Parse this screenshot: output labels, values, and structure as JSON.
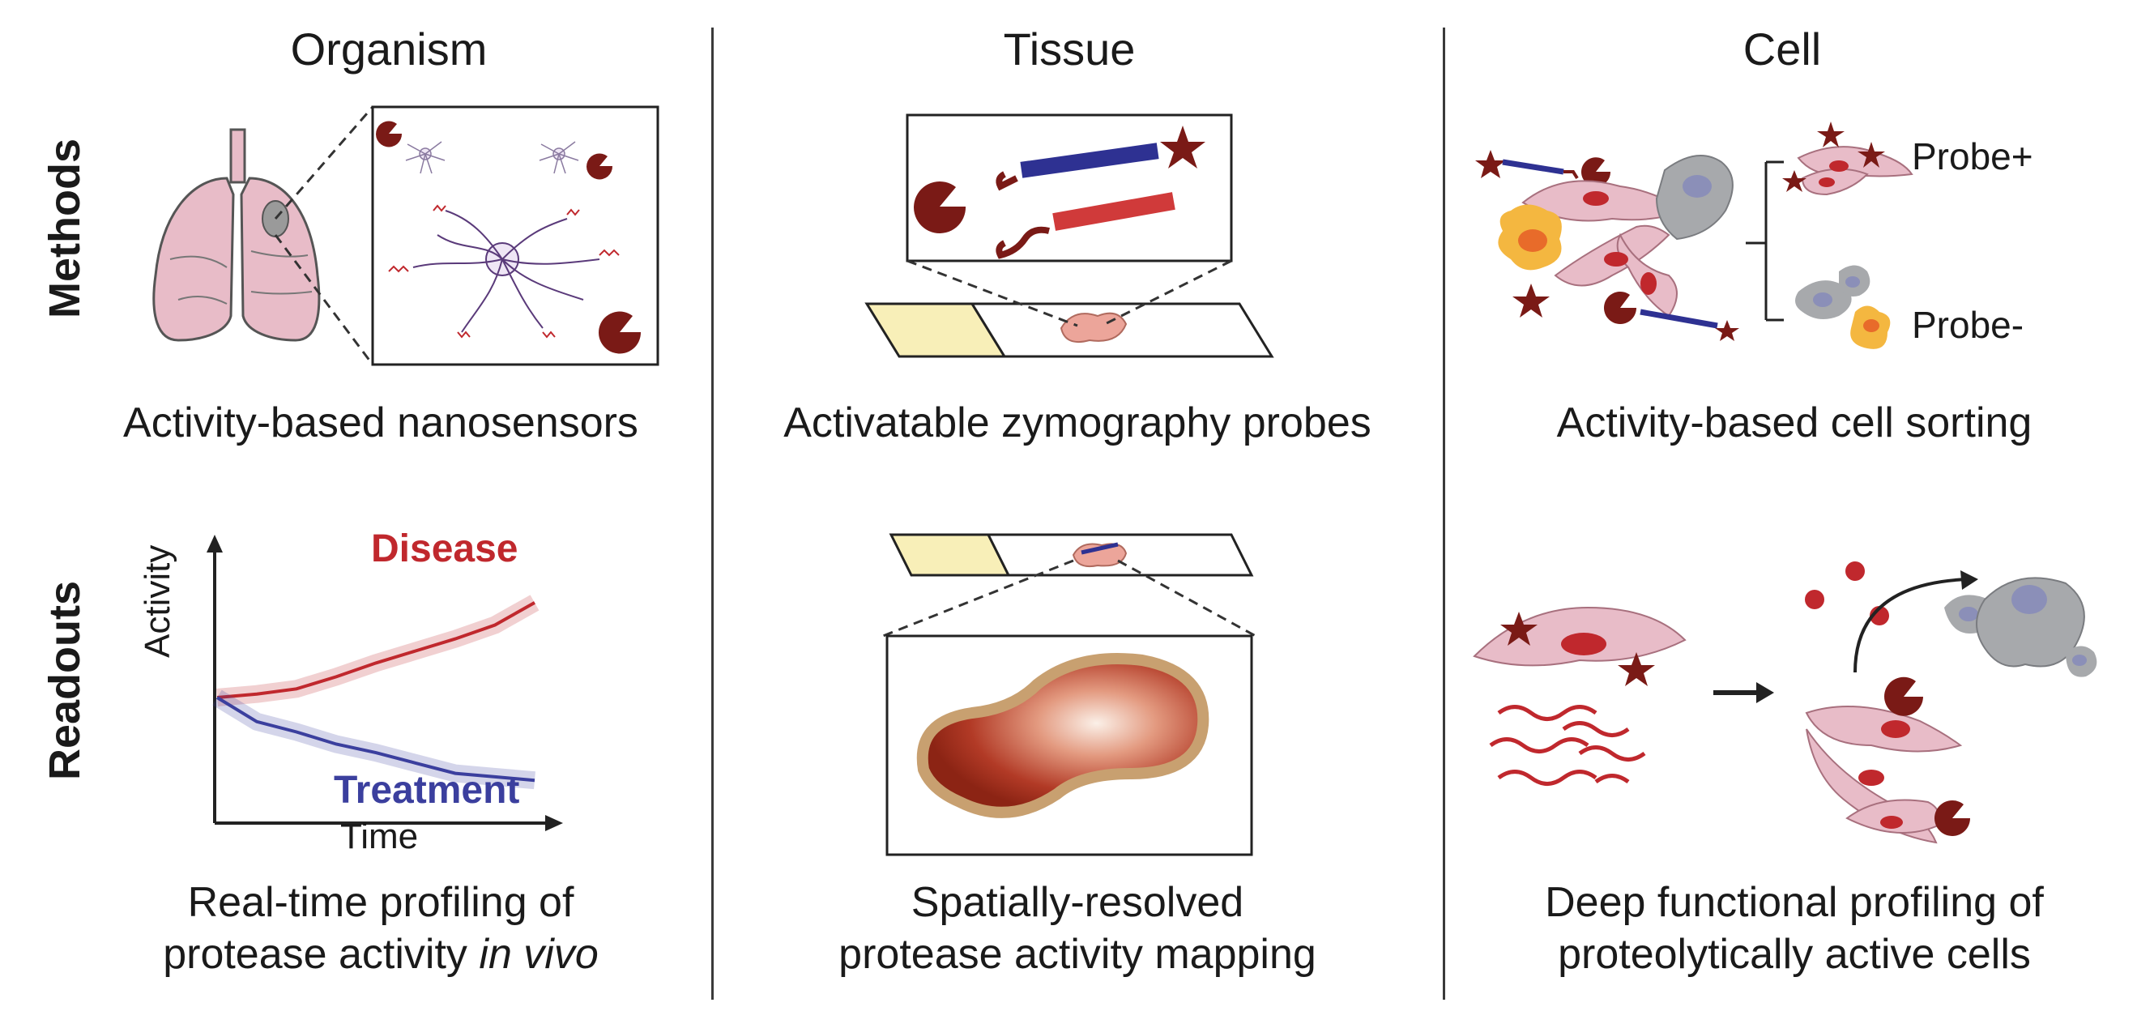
{
  "columns": [
    {
      "title": "Organism",
      "method_caption": "Activity-based nanosensors",
      "readout_caption_1": "Real-time profiling of",
      "readout_caption_2a": "protease activity ",
      "readout_caption_2b": "in vivo"
    },
    {
      "title": "Tissue",
      "method_caption": "Activatable zymography probes",
      "readout_caption_1": "Spatially-resolved",
      "readout_caption_2": "protease activity mapping"
    },
    {
      "title": "Cell",
      "method_caption": "Activity-based cell sorting",
      "readout_caption_1": "Deep functional profiling of",
      "readout_caption_2": "proteolytically active cells"
    }
  ],
  "rows": {
    "methods": "Methods",
    "readouts": "Readouts"
  },
  "sorting": {
    "positive": "Probe+",
    "negative": "Probe-"
  },
  "colors": {
    "disease": "#c0282d",
    "treatment": "#3b3f9e",
    "cell_pink": "#e8bcc8",
    "dark_red": "#7a1a16",
    "probe_blue": "#2e3192",
    "grey_cell": "#a7a9ac"
  },
  "chart_data": {
    "type": "line",
    "xlabel": "Time",
    "ylabel": "Activity",
    "series": [
      {
        "name": "Disease",
        "color": "#c0282d",
        "values": [
          0,
          0.02,
          0.05,
          0.12,
          0.2,
          0.27,
          0.34,
          0.42,
          0.55
        ]
      },
      {
        "name": "Treatment",
        "color": "#3b3f9e",
        "values": [
          0,
          -0.14,
          -0.2,
          -0.27,
          -0.32,
          -0.38,
          -0.44,
          -0.46,
          -0.48
        ]
      }
    ],
    "x": [
      0,
      1,
      2,
      3,
      4,
      5,
      6,
      7,
      8
    ],
    "ylim": [
      -0.7,
      0.85
    ],
    "grid": false
  }
}
